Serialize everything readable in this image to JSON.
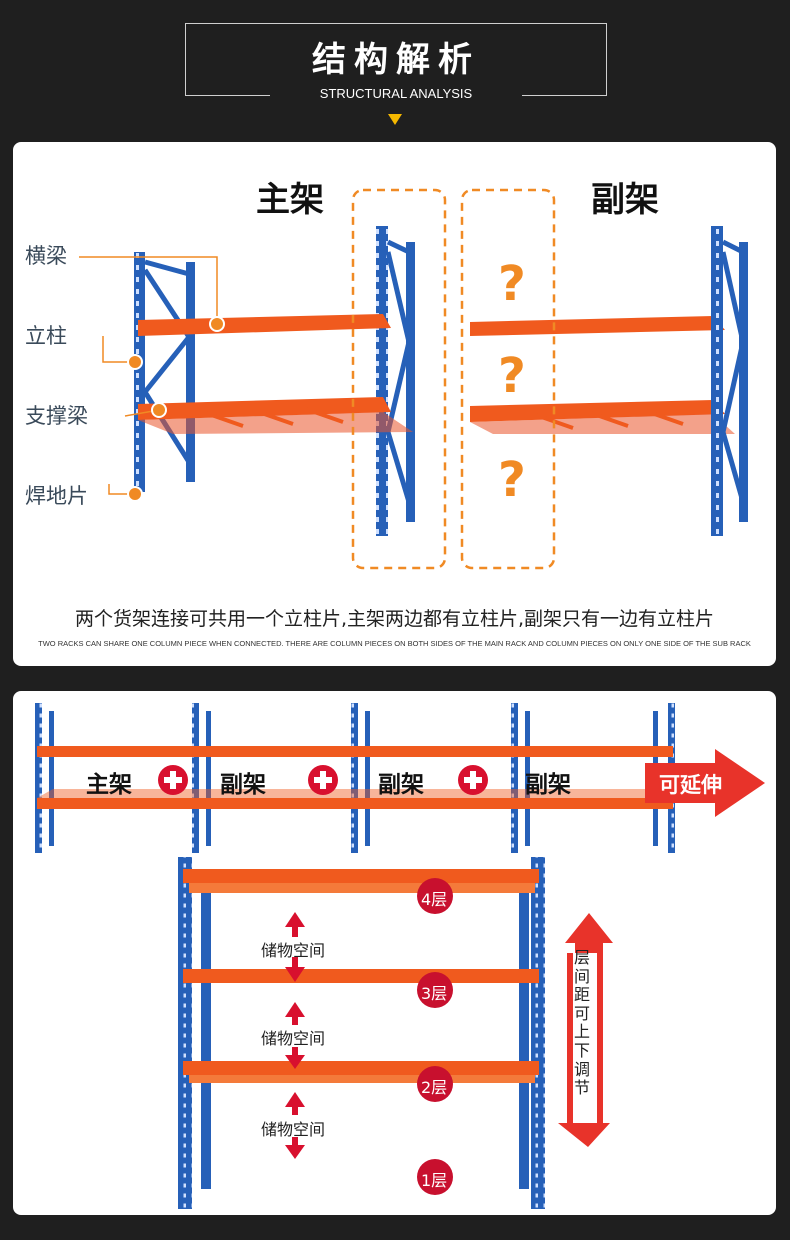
{
  "header": {
    "title": "结构解析",
    "subtitle": "STRUCTURAL ANALYSIS"
  },
  "section1": {
    "main_rack_title": "主架",
    "sub_rack_title": "副架",
    "labels": [
      "横梁",
      "立柱",
      "支撑梁",
      "焊地片"
    ],
    "question_mark": "?",
    "caption": "两个货架连接可共用一个立柱片,主架两边都有立柱片,副架只有一边有立柱片",
    "caption_en": "TWO RACKS CAN SHARE ONE COLUMN PIECE WHEN CONNECTED. THERE ARE COLUMN PIECES ON BOTH SIDES OF THE MAIN RACK AND COLUMN PIECES ON ONLY ONE SIDE OF THE SUB RACK"
  },
  "section2": {
    "rack_labels": [
      "主架",
      "副架",
      "副架",
      "副架"
    ],
    "extend_label": "可延伸",
    "storage_label": "储物空间",
    "layers": [
      "4层",
      "3层",
      "2层",
      "1层"
    ],
    "adjust_label": "层间距可上下调节"
  },
  "colors": {
    "background": "#1f1f1f",
    "beam_orange": "#f05a1e",
    "column_blue": "#2660b8",
    "accent_orange": "#f08a24",
    "badge_red": "#c8102e",
    "arrow_yellow": "#f5b800"
  }
}
